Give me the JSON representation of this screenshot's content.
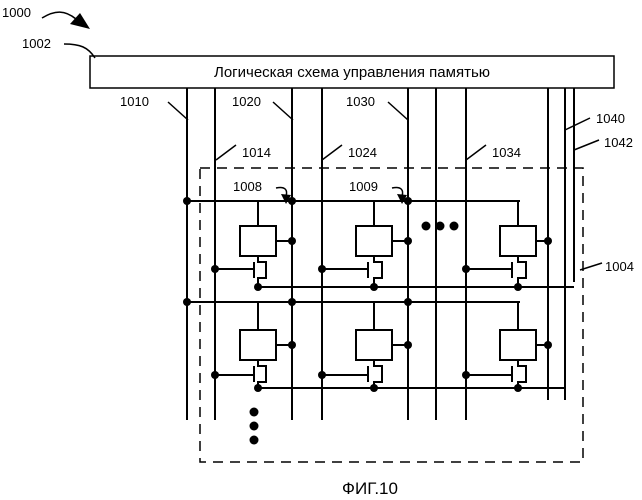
{
  "figure": {
    "caption": "ФИГ.10",
    "controller_text": "Логическая схема управления памятью",
    "ref_labels": {
      "fig_number": "1000",
      "controller": "1002",
      "array": "1004",
      "cell_a": "1008",
      "cell_b": "1009",
      "line_1010": "1010",
      "line_1014": "1014",
      "line_1020": "1020",
      "line_1024": "1024",
      "line_1030": "1030",
      "line_1034": "1034",
      "line_1040": "1040",
      "line_1042": "1042"
    }
  }
}
